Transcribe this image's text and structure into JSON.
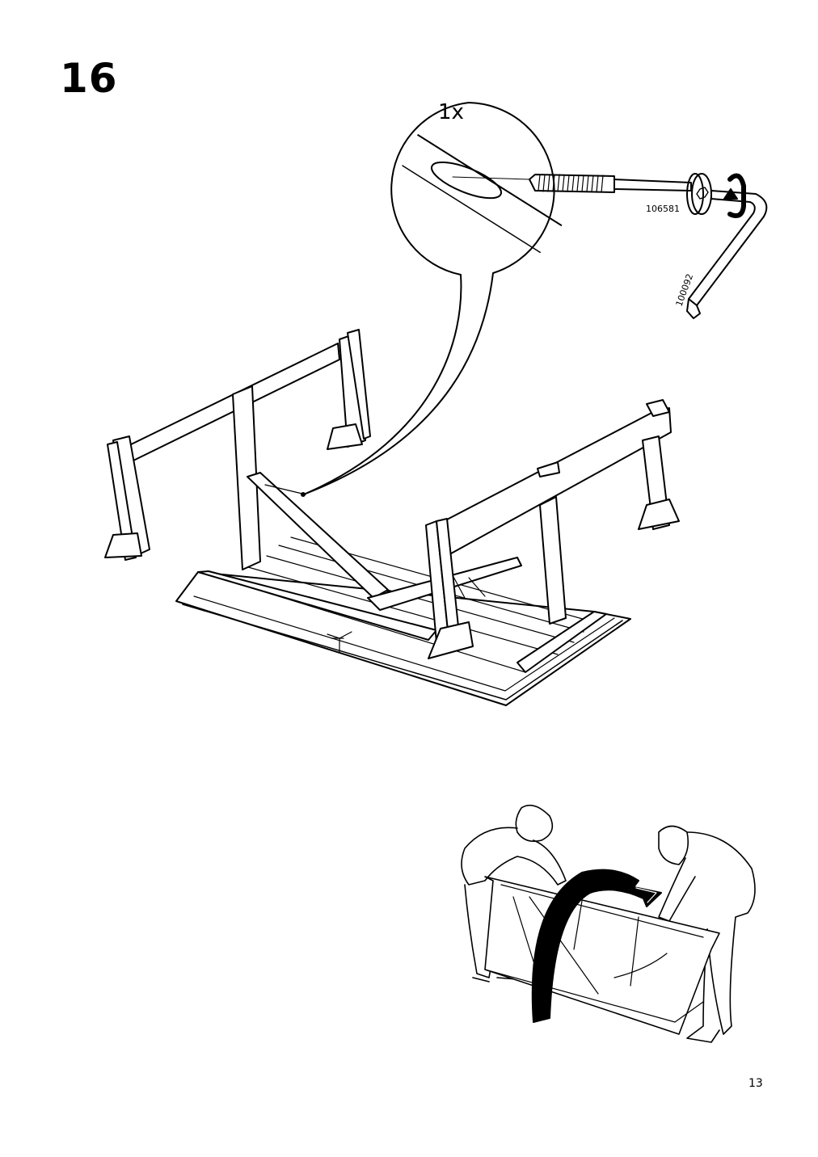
{
  "step": {
    "number": "16"
  },
  "detail": {
    "quantity": "1x",
    "bolt_part_number": "106581",
    "allen_key_part_number": "100092"
  },
  "page": {
    "number": "13"
  },
  "icons": [
    "bolt-icon",
    "allen-key-icon",
    "rotation-arrow-icon",
    "flip-arrow-icon"
  ]
}
